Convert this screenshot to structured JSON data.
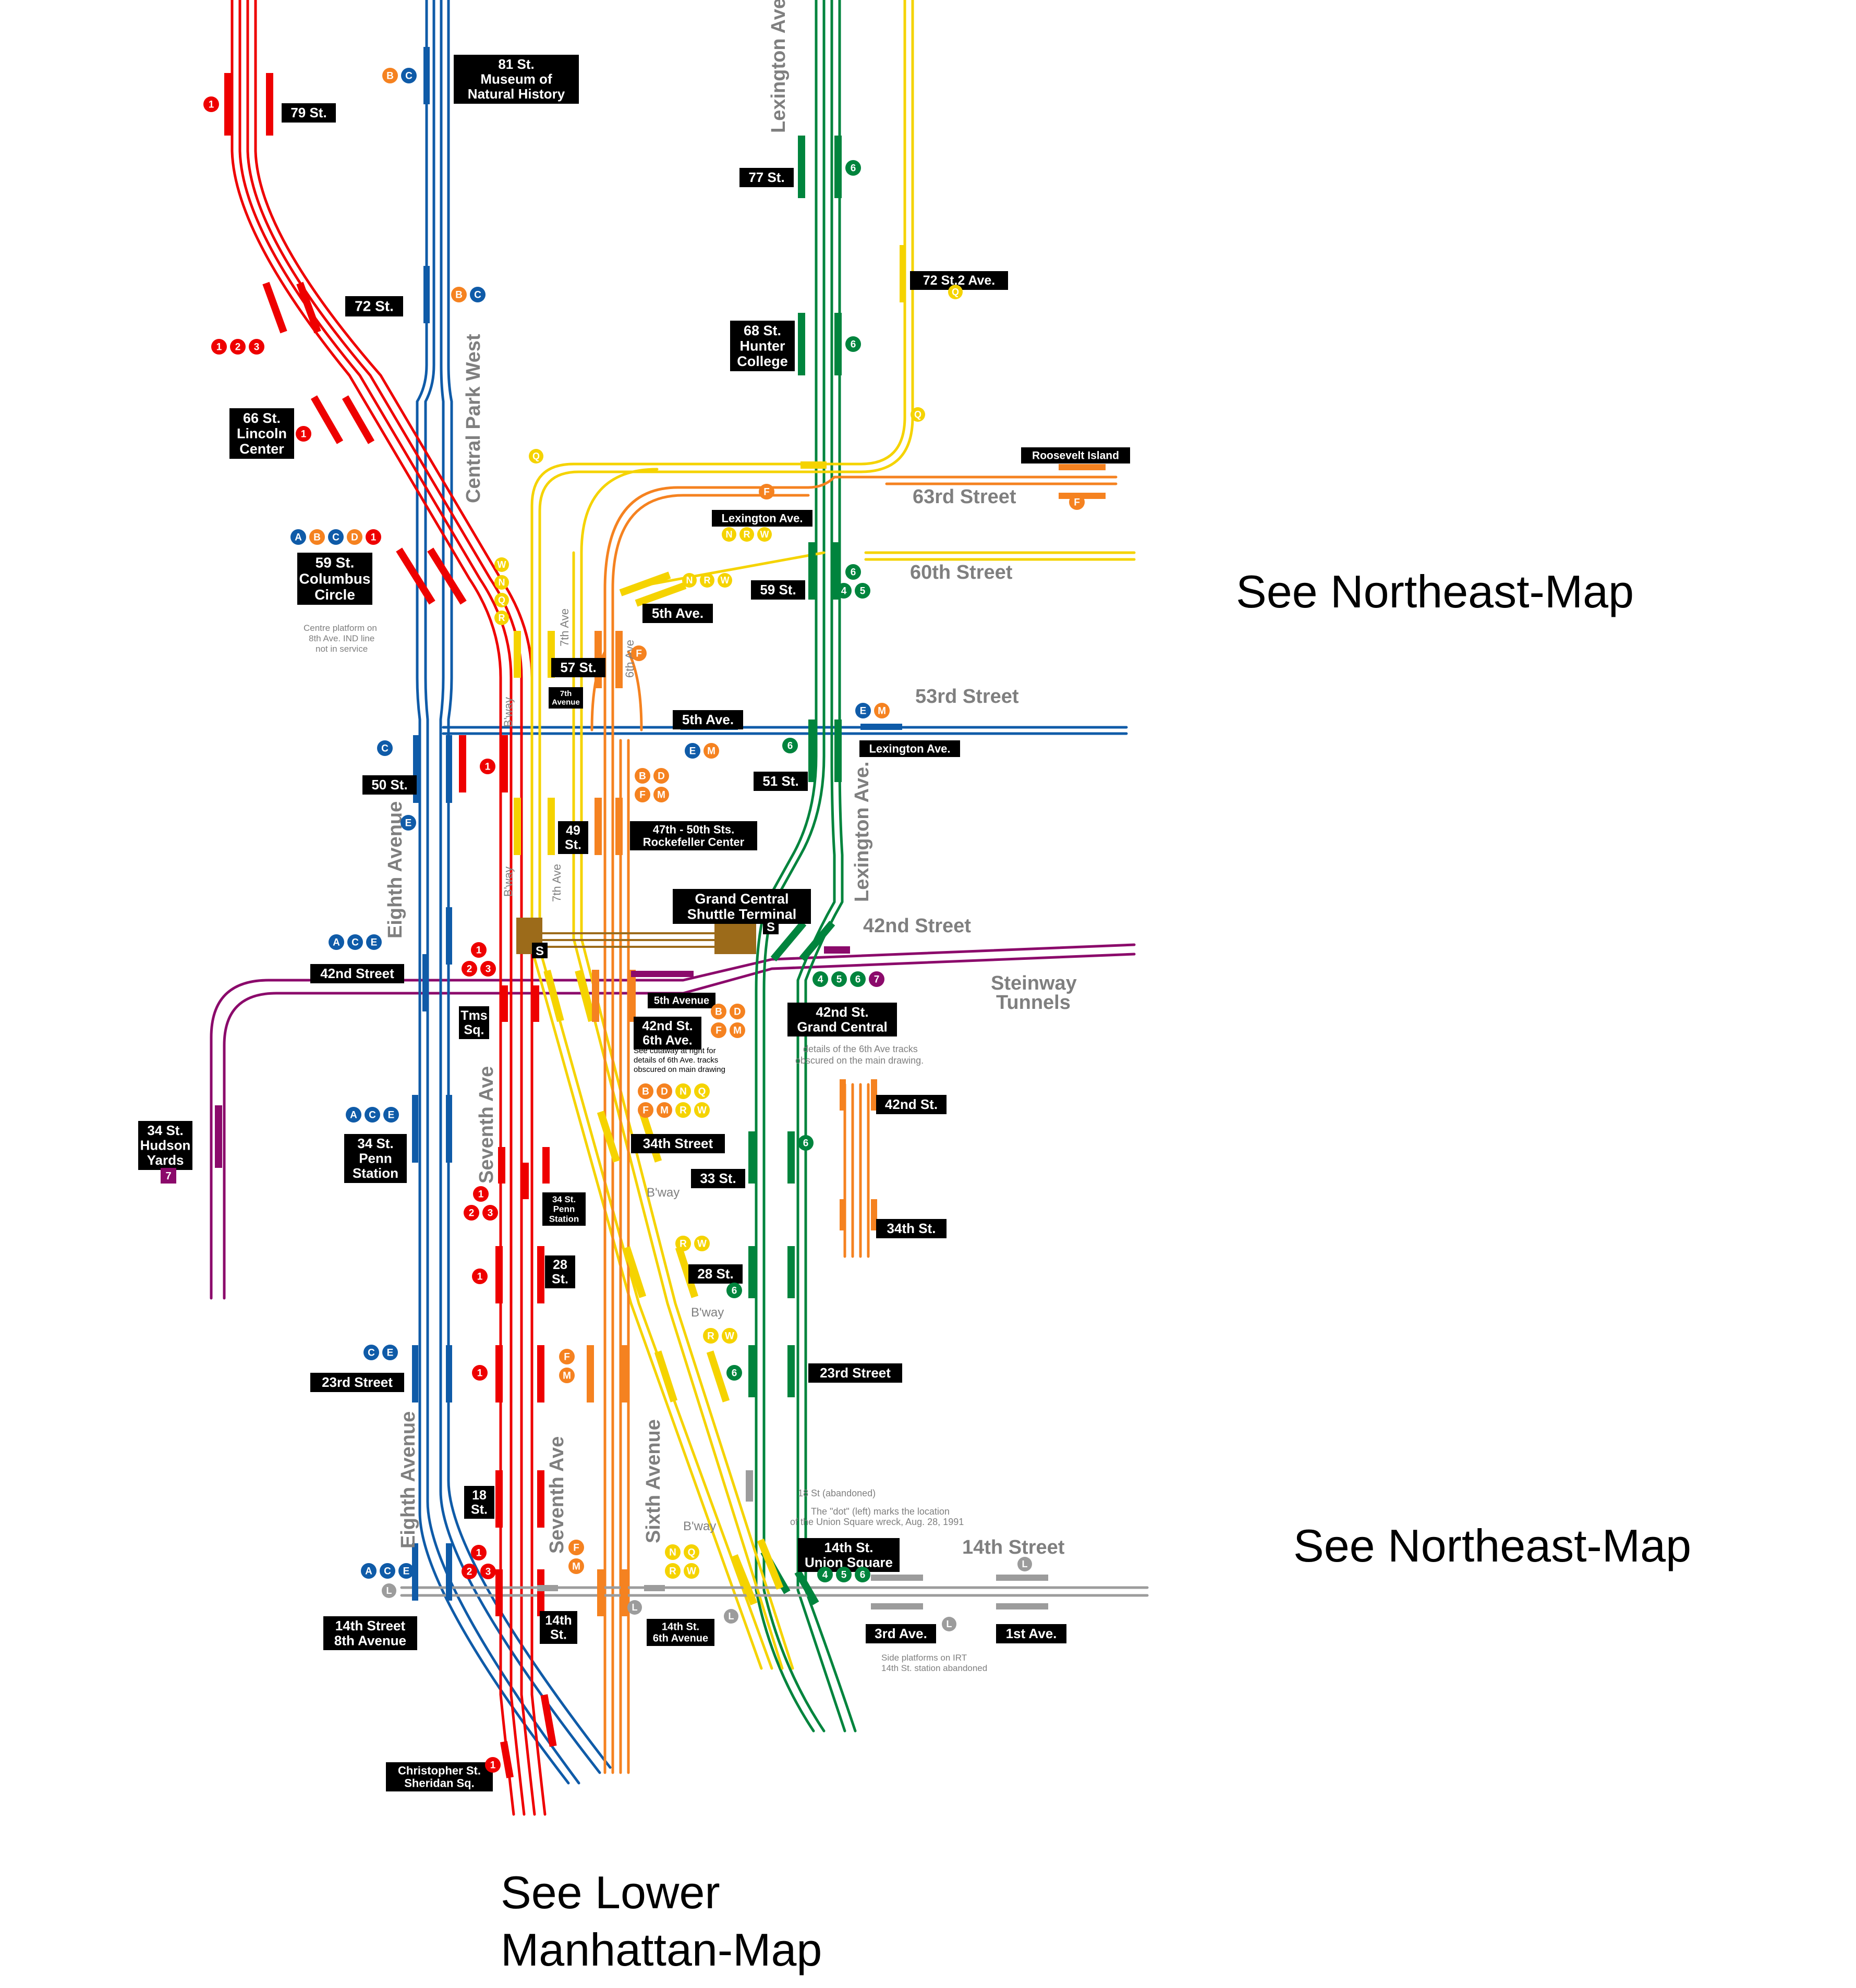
{
  "colors": {
    "red": "#EE0000",
    "blue": "#0F5BA8",
    "green": "#00843D",
    "yellow": "#F5D300",
    "orange": "#F58220",
    "purple": "#8B0A6B",
    "gray": "#9C9C9C",
    "brown": "#9C6B1A",
    "label_bg": "#000000",
    "street_text": "#7f7f7f"
  },
  "station_labels": [
    {
      "id": "81st",
      "lines": [
        "81 St.",
        "Museum of",
        "Natural History"
      ]
    },
    {
      "id": "79st",
      "lines": [
        "79 St."
      ]
    },
    {
      "id": "77st",
      "lines": [
        "77 St."
      ]
    },
    {
      "id": "72st-2ave",
      "lines": [
        "72 St.2 Ave."
      ]
    },
    {
      "id": "72st",
      "lines": [
        "72 St."
      ]
    },
    {
      "id": "68st",
      "lines": [
        "68 St.",
        "Hunter",
        "College"
      ]
    },
    {
      "id": "66st",
      "lines": [
        "66 St.",
        "Lincoln",
        "Center"
      ]
    },
    {
      "id": "roosevelt",
      "lines": [
        "Roosevelt Island"
      ]
    },
    {
      "id": "lex63",
      "lines": [
        "Lexington Ave."
      ]
    },
    {
      "id": "59st-cc",
      "lines": [
        "59 St.",
        "Columbus",
        "Circle"
      ]
    },
    {
      "id": "59st",
      "lines": [
        "59 St."
      ]
    },
    {
      "id": "5ave59",
      "lines": [
        "5th Ave."
      ]
    },
    {
      "id": "57st",
      "lines": [
        "57 St."
      ]
    },
    {
      "id": "7ave53",
      "lines": [
        "7th",
        "Avenue"
      ]
    },
    {
      "id": "5ave53",
      "lines": [
        "5th Ave."
      ]
    },
    {
      "id": "lex53",
      "lines": [
        "Lexington Ave."
      ]
    },
    {
      "id": "51st",
      "lines": [
        "51 St."
      ]
    },
    {
      "id": "50st",
      "lines": [
        "50 St."
      ]
    },
    {
      "id": "49st",
      "lines": [
        "49",
        "St."
      ]
    },
    {
      "id": "rock",
      "lines": [
        "47th - 50th Sts.",
        "Rockefeller Center"
      ]
    },
    {
      "id": "gcst",
      "lines": [
        "Grand Central",
        "Shuttle Terminal"
      ]
    },
    {
      "id": "42st8",
      "lines": [
        "42nd Street"
      ]
    },
    {
      "id": "tms",
      "lines": [
        "Tms",
        "Sq."
      ]
    },
    {
      "id": "5ave42",
      "lines": [
        "5th Avenue"
      ]
    },
    {
      "id": "42st6",
      "lines": [
        "42nd St.",
        "6th Ave."
      ]
    },
    {
      "id": "42stgc",
      "lines": [
        "42nd St.",
        "Grand Central"
      ]
    },
    {
      "id": "42stcut",
      "lines": [
        "42nd St."
      ]
    },
    {
      "id": "34sthy",
      "lines": [
        "34 St.",
        "Hudson",
        "Yards"
      ]
    },
    {
      "id": "34stpenn8",
      "lines": [
        "34 St.",
        "Penn",
        "Station"
      ]
    },
    {
      "id": "34stpenn7",
      "lines": [
        "34 St.",
        "Penn",
        "Station"
      ]
    },
    {
      "id": "34th",
      "lines": [
        "34th Street"
      ]
    },
    {
      "id": "33st",
      "lines": [
        "33 St."
      ]
    },
    {
      "id": "34stcut",
      "lines": [
        "34th St."
      ]
    },
    {
      "id": "28st7",
      "lines": [
        "28",
        "St."
      ]
    },
    {
      "id": "28st",
      "lines": [
        "28 St."
      ]
    },
    {
      "id": "23st8",
      "lines": [
        "23rd Street"
      ]
    },
    {
      "id": "23stlex",
      "lines": [
        "23rd Street"
      ]
    },
    {
      "id": "18st",
      "lines": [
        "18",
        "St."
      ]
    },
    {
      "id": "14stus",
      "lines": [
        "14th St.",
        "Union Square"
      ]
    },
    {
      "id": "14st8",
      "lines": [
        "14th Street",
        "8th Avenue"
      ]
    },
    {
      "id": "14st7",
      "lines": [
        "14th",
        "St."
      ]
    },
    {
      "id": "14st6",
      "lines": [
        "14th St.",
        "6th Avenue"
      ]
    },
    {
      "id": "3ave",
      "lines": [
        "3rd Ave."
      ]
    },
    {
      "id": "1ave",
      "lines": [
        "1st Ave."
      ]
    },
    {
      "id": "chris",
      "lines": [
        "Christopher St.",
        "Sheridan Sq."
      ]
    }
  ],
  "street_labels": {
    "lexington_top": "Lexington Ave",
    "cpw": "Central Park West",
    "st63": "63rd Street",
    "st60": "60th Street",
    "st53": "53rd Street",
    "st42": "42nd Street",
    "steinway_1": "Steinway",
    "steinway_2": "Tunnels",
    "eighth_1": "Eighth Avenue",
    "eighth_2": "Eighth Avenue",
    "seventh_1": "Seventh Ave",
    "seventh_2": "Seventh Ave",
    "sixth": "Sixth Avenue",
    "lex_mid": "Lexington Ave.",
    "st14": "14th Street",
    "bway_1": "B'way",
    "bway_2": "B'way",
    "bway_3": "B'way",
    "bway_4": "B'way",
    "bway_5": "B'way",
    "ave7_small_1": "7th Ave",
    "ave7_small_2": "7th Ave",
    "ave6_small": "6th Ave"
  },
  "notes": {
    "cc_1": "Centre platform on",
    "cc_2": "8th Ave. IND line",
    "cc_3": "not in service",
    "cut_1": "See cutaway at right for",
    "cut_2": "details of 6th Ave. tracks",
    "cut_3": "obscured on main drawing",
    "det_1": "details of the 6th Ave tracks",
    "det_2": "obscured on the main drawing.",
    "aban_18": "18 St (abandoned)",
    "dot_1": "The \"dot\" (left) marks the location",
    "dot_2": "of the Union Square wreck, Aug. 28, 1991",
    "side_1": "Side platforms on IRT",
    "side_2": "14th St. station abandoned"
  },
  "see_labels": {
    "ne_1": "See Northeast-Map",
    "ne_2": "See Northeast-Map",
    "lower_1": "See Lower",
    "lower_2": "Manhattan-Map"
  },
  "bullets": {
    "b81": [
      "B",
      "C"
    ],
    "b79": [
      "1"
    ],
    "b72": [
      "B",
      "C"
    ],
    "b123": [
      "1",
      "2",
      "3"
    ],
    "b66": [
      "1"
    ],
    "b77": [
      "6"
    ],
    "b72q": [
      "Q"
    ],
    "b68": [
      "6"
    ],
    "bq1": [
      "Q"
    ],
    "bq2": [
      "Q"
    ],
    "bf63": [
      "F"
    ],
    "bfri": [
      "F"
    ],
    "bnrw_lex": [
      "N",
      "R",
      "W"
    ],
    "b59cc": [
      "A",
      "B",
      "C",
      "D",
      "1"
    ],
    "bwnqr": [
      "W",
      "N",
      "Q",
      "R"
    ],
    "bnrw_5": [
      "N",
      "R",
      "W"
    ],
    "b456_59": [
      "6",
      "4",
      "5"
    ],
    "bf57": [
      "F"
    ],
    "bem53": [
      "E",
      "M"
    ],
    "b6_51": [
      "6"
    ],
    "bem_5ave": [
      "E",
      "M"
    ],
    "bc50": [
      "C"
    ],
    "be50": [
      "E"
    ],
    "b1_50": [
      "1"
    ],
    "bbdfm": [
      "B",
      "D",
      "F",
      "M"
    ],
    "bace42": [
      "A",
      "C",
      "E"
    ],
    "b123_42": [
      "1",
      "2",
      "3"
    ],
    "b4567": [
      "4",
      "5",
      "6",
      "7"
    ],
    "bbdfm42": [
      "B",
      "D",
      "F",
      "M"
    ],
    "bbdfmnqrw": [
      "B",
      "D",
      "N",
      "Q",
      "F",
      "M",
      "R",
      "W"
    ],
    "bace34": [
      "A",
      "C",
      "E"
    ],
    "b7hy": [
      "7"
    ],
    "b123_34": [
      "1",
      "2",
      "3"
    ],
    "b6_33": [
      "6"
    ],
    "brw28": [
      "R",
      "W"
    ],
    "b1_28": [
      "1"
    ],
    "b6_28": [
      "6"
    ],
    "brw23": [
      "R",
      "W"
    ],
    "bce23": [
      "C",
      "E"
    ],
    "b1_23": [
      "1"
    ],
    "bfm23": [
      "F",
      "M"
    ],
    "b6_23": [
      "6"
    ],
    "bfm14": [
      "F",
      "M"
    ],
    "bnqrw14": [
      "N",
      "Q",
      "R",
      "W"
    ],
    "b456_14": [
      "4",
      "5",
      "6"
    ],
    "bace14": [
      "A",
      "C",
      "E"
    ],
    "bl14_8": [
      "L"
    ],
    "b123_14": [
      "1",
      "2",
      "3"
    ],
    "bl14_6": [
      "L"
    ],
    "bl14_6b": [
      "L"
    ],
    "bl3": [
      "L"
    ],
    "bl1": [
      "L"
    ],
    "b1_chris": [
      "1"
    ]
  }
}
